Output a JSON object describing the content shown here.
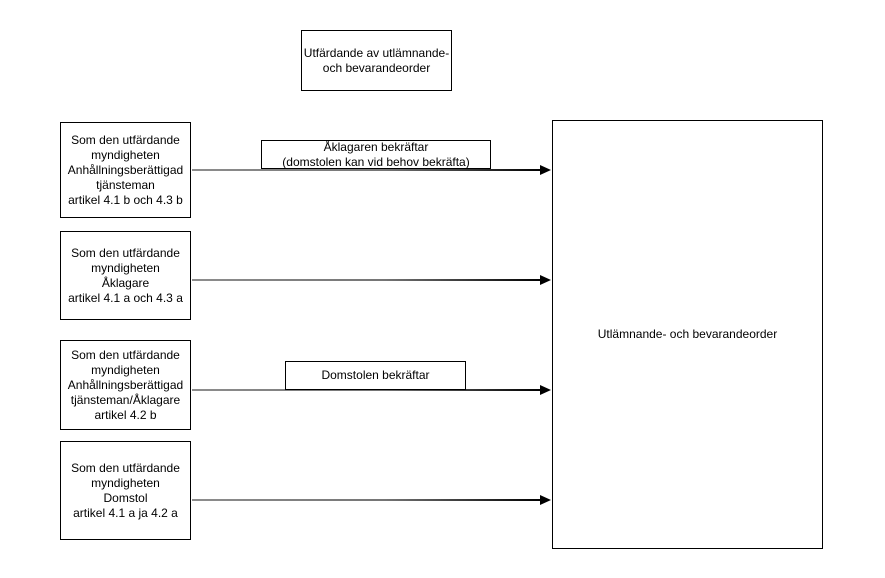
{
  "diagram": {
    "title_box": {
      "lines": [
        "Utfärdande av utlämnande-",
        "och bevarandeorder"
      ]
    },
    "source_boxes": [
      {
        "lines": [
          "Som den utfärdande",
          "myndigheten",
          "Anhållningsberättigad",
          "tjänsteman",
          "artikel 4.1 b och 4.3 b"
        ]
      },
      {
        "lines": [
          "Som den utfärdande",
          "myndigheten",
          "Åklagare",
          "artikel 4.1 a och 4.3 a"
        ]
      },
      {
        "lines": [
          "Som den utfärdande",
          "myndigheten",
          "Anhållningsberättigad",
          "tjänsteman/Åklagare",
          "artikel 4.2 b"
        ]
      },
      {
        "lines": [
          "Som den utfärdande",
          "myndigheten",
          "Domstol",
          "artikel 4.1 a ja 4.2 a"
        ]
      }
    ],
    "arrow_labels": [
      {
        "lines": [
          "Åklagaren bekräftar",
          "(domstolen kan vid behov bekräfta)"
        ]
      },
      {
        "lines": [
          "Domstolen bekräftar"
        ]
      }
    ],
    "target_box": {
      "text": "Utlämnande- och bevarandeorder"
    },
    "colors": {
      "background": "#ffffff",
      "box_border": "#000000",
      "text": "#000000",
      "arrow_line": "#7a7a7a",
      "arrow_head": "#000000"
    }
  }
}
